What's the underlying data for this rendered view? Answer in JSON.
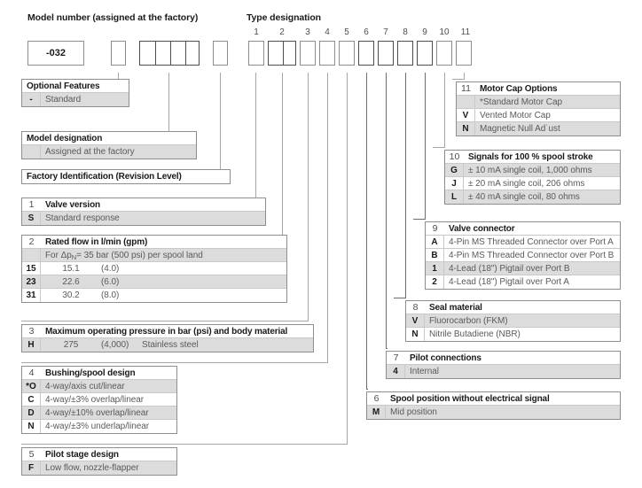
{
  "headings": {
    "model_number": "Model number (assigned at the factory)",
    "type_designation": "Type designation"
  },
  "model_code": {
    "prefix_value": "-032",
    "boxes": [
      "",
      "",
      "",
      "",
      "",
      ""
    ]
  },
  "type_designation_indices": [
    "1",
    "2",
    "3",
    "4",
    "5",
    "6",
    "7",
    "8",
    "9",
    "10",
    "11"
  ],
  "tables": {
    "optional_features": {
      "title": "Optional Features",
      "rows": [
        {
          "key": "-",
          "desc": "Standard"
        }
      ]
    },
    "model_designation": {
      "title": "Model designation",
      "rows": [
        {
          "key": "",
          "desc": "Assigned at the factory"
        }
      ]
    },
    "factory_identification": {
      "title": "Factory Identification (Revision Level)",
      "rows": []
    },
    "valve_version": {
      "num": "1",
      "title": "Valve version",
      "rows": [
        {
          "key": "S",
          "desc": "Standard response"
        }
      ]
    },
    "rated_flow": {
      "num": "2",
      "title": "Rated flow in l/min (gpm)",
      "subtitle_prefix": "For Δp",
      "subtitle_sub": "N",
      "subtitle_rest": "= 35 bar (500 psi) per spool land",
      "rows": [
        {
          "key": "15",
          "value": "15.1",
          "paren": "(4.0)"
        },
        {
          "key": "23",
          "value": "22.6",
          "paren": "(6.0)"
        },
        {
          "key": "31",
          "value": "30.2",
          "paren": "(8.0)"
        }
      ]
    },
    "max_pressure": {
      "num": "3",
      "title": "Maximum operating pressure in bar (psi) and body material",
      "rows": [
        {
          "key": "H",
          "value": "275",
          "paren": "(4,000)",
          "material": "Stainless steel"
        }
      ]
    },
    "bushing_spool": {
      "num": "4",
      "title": "Bushing/spool design",
      "rows": [
        {
          "key": "*O",
          "desc": "4-way/axis cut/linear"
        },
        {
          "key": "C",
          "desc": "4-way/±3% overlap/linear"
        },
        {
          "key": "D",
          "desc": "4-way/±10% overlap/linear"
        },
        {
          "key": "N",
          "desc": "4-way/±3% underlap/linear"
        }
      ]
    },
    "pilot_stage": {
      "num": "5",
      "title": "Pilot stage design",
      "rows": [
        {
          "key": "F",
          "desc": "Low flow, nozzle-flapper"
        }
      ]
    },
    "spool_position": {
      "num": "6",
      "title": "Spool position without electrical signal",
      "rows": [
        {
          "key": "M",
          "desc": "Mid position"
        }
      ]
    },
    "pilot_connections": {
      "num": "7",
      "title": "Pilot connections",
      "rows": [
        {
          "key": "4",
          "desc": "Internal"
        }
      ]
    },
    "seal_material": {
      "num": "8",
      "title": "Seal material",
      "rows": [
        {
          "key": "V",
          "desc": "Fluorocarbon (FKM)"
        },
        {
          "key": "N",
          "desc": "Nitrile Butadiene (NBR)"
        }
      ]
    },
    "valve_connector": {
      "num": "9",
      "title": "Valve connector",
      "rows": [
        {
          "key": "A",
          "desc": "4-Pin MS Threaded Connector over Port A"
        },
        {
          "key": "B",
          "desc": "4-Pin MS Threaded Connector over Port B"
        },
        {
          "key": "1",
          "desc": "4-Lead (18\") Pigtail over Port B"
        },
        {
          "key": "2",
          "desc": "4-Lead (18\") Pigtail over Port A"
        }
      ]
    },
    "signals": {
      "num": "10",
      "title": "Signals for 100 % spool stroke",
      "rows": [
        {
          "key": "G",
          "desc": "± 10 mA single coil, 1,000 ohms"
        },
        {
          "key": "J",
          "desc": "± 20 mA single coil, 206 ohms"
        },
        {
          "key": "L",
          "desc": "± 40 mA single coil, 80 ohms"
        }
      ]
    },
    "motor_cap": {
      "num": "11",
      "title": "Motor Cap Options",
      "rows": [
        {
          "key": "",
          "desc": "*Standard Motor Cap"
        },
        {
          "key": "V",
          "desc": "Vented Motor Cap"
        },
        {
          "key": "N",
          "desc": "Magnetic Null Ad˙ust"
        }
      ]
    }
  },
  "colors": {
    "shade": "#dcdcdc",
    "border": "#8e8e8e",
    "text": "#5a5a5a",
    "title_text": "#1a1a1a"
  }
}
